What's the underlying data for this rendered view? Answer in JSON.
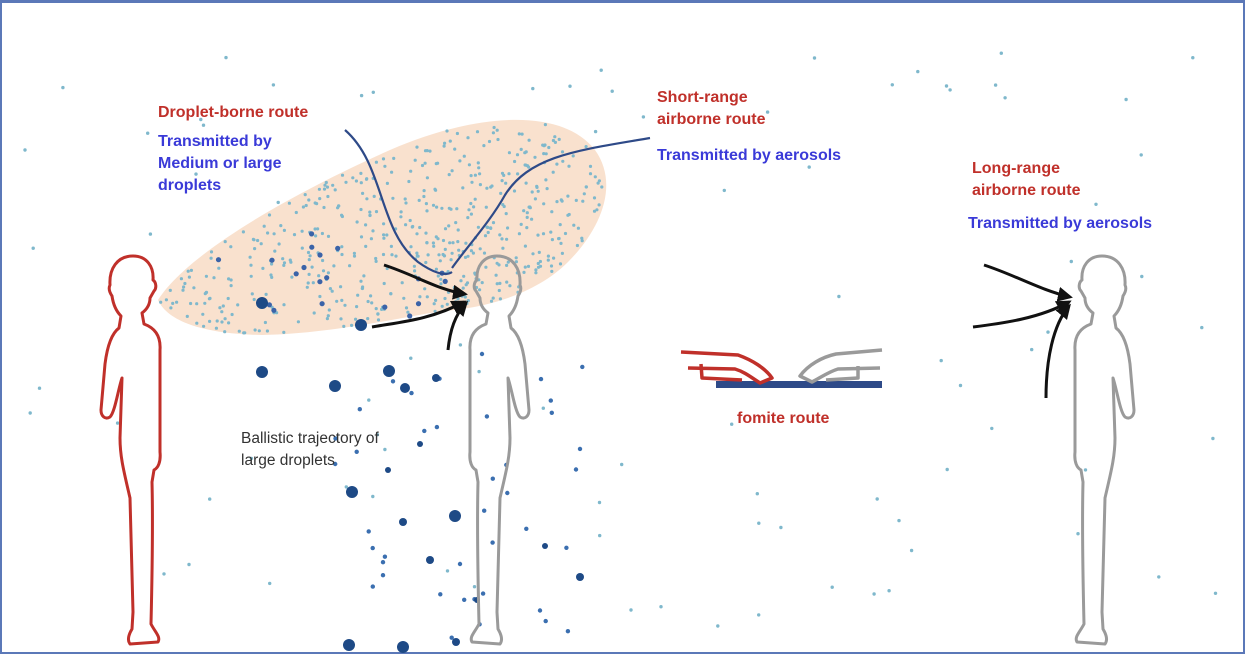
{
  "labels": {
    "droplet_route": "Droplet-borne route",
    "droplet_transmit": [
      "Transmitted by",
      "Medium or large",
      "droplets"
    ],
    "short_range": [
      "Short-range",
      "airborne route"
    ],
    "short_transmit": "Transmitted by aerosols",
    "long_range": [
      "Long-range",
      "airborne route"
    ],
    "long_transmit": "Transmitted by aerosols",
    "fomite": "fomite route",
    "ballistic": [
      "Ballistic trajectory of",
      "large droplets"
    ]
  },
  "colors": {
    "route_red": "#c0302a",
    "transmit_blue": "#3a3ad8",
    "source_person": "#c0302a",
    "receiver_person": "#9a9a9a",
    "aerosol_cloud": "#f8dcc6",
    "aerosol_dot": "#7fb8cc",
    "large_droplet": "#1e4a86",
    "frame": "#5b78b8"
  },
  "icons": {
    "source": "infected-person-icon",
    "receivers": [
      "near-receiver-person-icon",
      "far-receiver-person-icon"
    ],
    "fomite": "hands-on-surface-icon"
  }
}
